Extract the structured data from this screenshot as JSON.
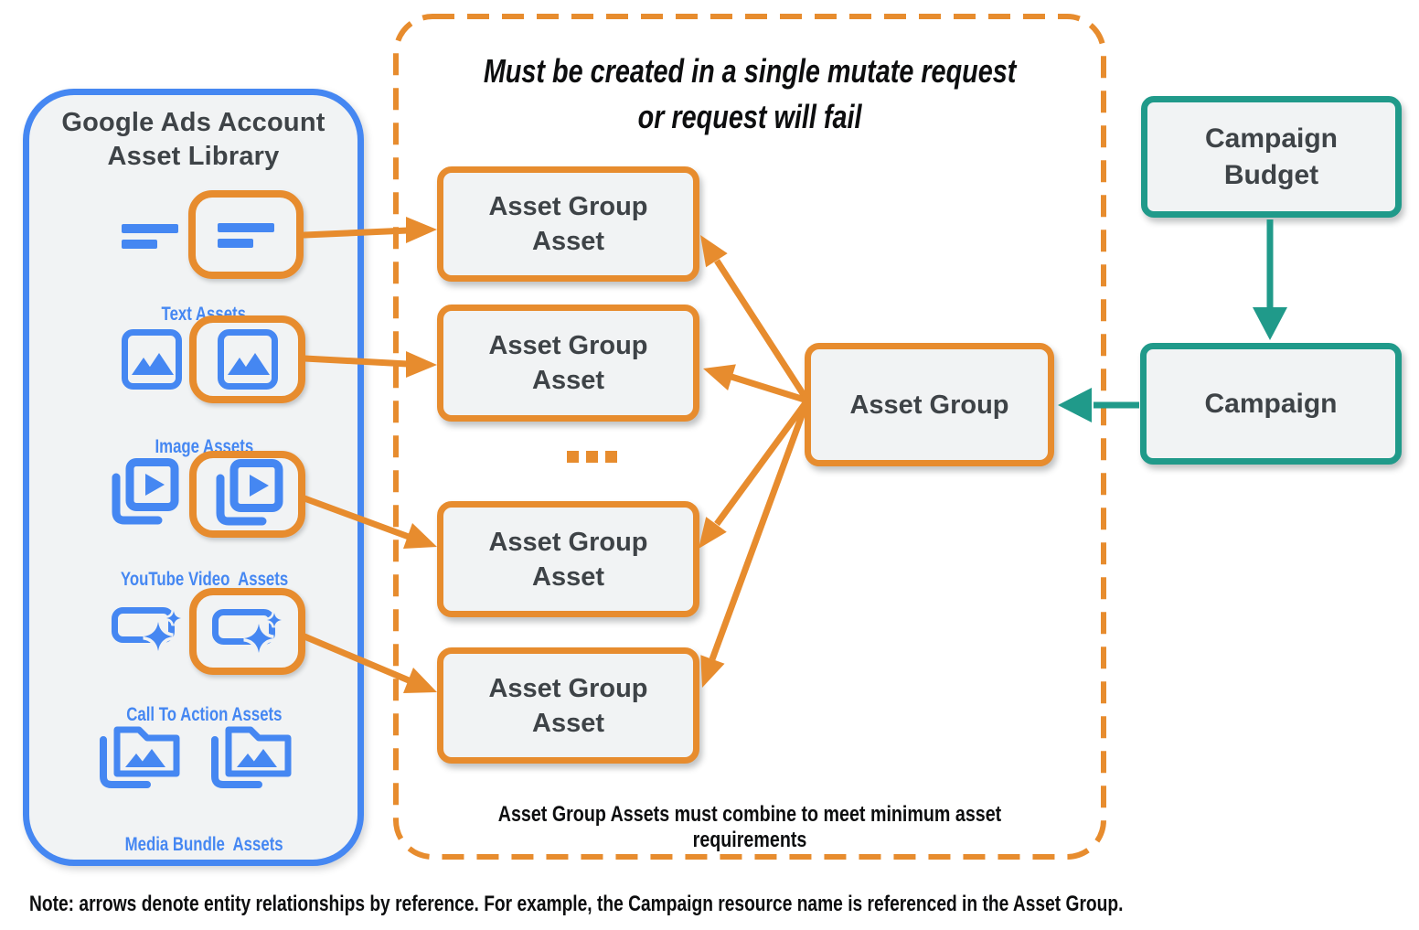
{
  "colors": {
    "blue": "#4587F2",
    "orange": "#E78C2E",
    "teal": "#209A8A",
    "box_fill": "#F1F3F4",
    "dark_text": "#3E4347",
    "note_text": "#0d0e0f"
  },
  "asset_library": {
    "title_line1": "Google Ads Account",
    "title_line2": "Asset Library",
    "rows": [
      {
        "label": "Text Assets",
        "icon": "text-assets-icon"
      },
      {
        "label": "Image Assets",
        "icon": "image-assets-icon"
      },
      {
        "label": "YouTube Video  Assets",
        "icon": "youtube-video-assets-icon"
      },
      {
        "label": "Call To Action Assets",
        "icon": "call-to-action-assets-icon"
      },
      {
        "label": "Media Bundle  Assets",
        "icon": "media-bundle-assets-icon"
      }
    ]
  },
  "mutate_container": {
    "title_line1": "Must be created in a single mutate request",
    "title_line2": "or request will fail",
    "asset_group_asset_boxes": [
      {
        "line1": "Asset Group",
        "line2": "Asset"
      },
      {
        "line1": "Asset Group",
        "line2": "Asset"
      },
      {
        "line1": "Asset Group",
        "line2": "Asset"
      },
      {
        "line1": "Asset Group",
        "line2": "Asset"
      }
    ],
    "ellipsis": "...",
    "footnote": "Asset Group Assets must combine to meet minimum asset requirements"
  },
  "asset_group": {
    "label": "Asset Group"
  },
  "campaign_budget": {
    "line1": "Campaign",
    "line2": "Budget"
  },
  "campaign": {
    "label": "Campaign"
  },
  "page_note": "Note: arrows denote entity relationships by reference. For example, the Campaign resource name is referenced in the Asset Group."
}
